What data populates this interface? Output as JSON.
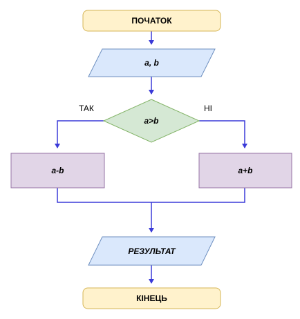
{
  "colors": {
    "terminal_fill": "#fff2cc",
    "terminal_stroke": "#d6b656",
    "io_fill": "#dae8fc",
    "io_stroke": "#6c8ebf",
    "decision_fill": "#d5e8d4",
    "decision_stroke": "#82b366",
    "process_fill": "#e1d5e7",
    "process_stroke": "#9673a6",
    "edge": "#3a3ad8"
  },
  "nodes": {
    "start": "ПОЧАТОК",
    "input": "a, b",
    "condition": "a>b",
    "process_yes": "a-b",
    "process_no": "a+b",
    "output": "РЕЗУЛЬТАТ",
    "end": "КІНЕЦЬ"
  },
  "edges": {
    "yes_label": "ТАК",
    "no_label": "НІ"
  }
}
